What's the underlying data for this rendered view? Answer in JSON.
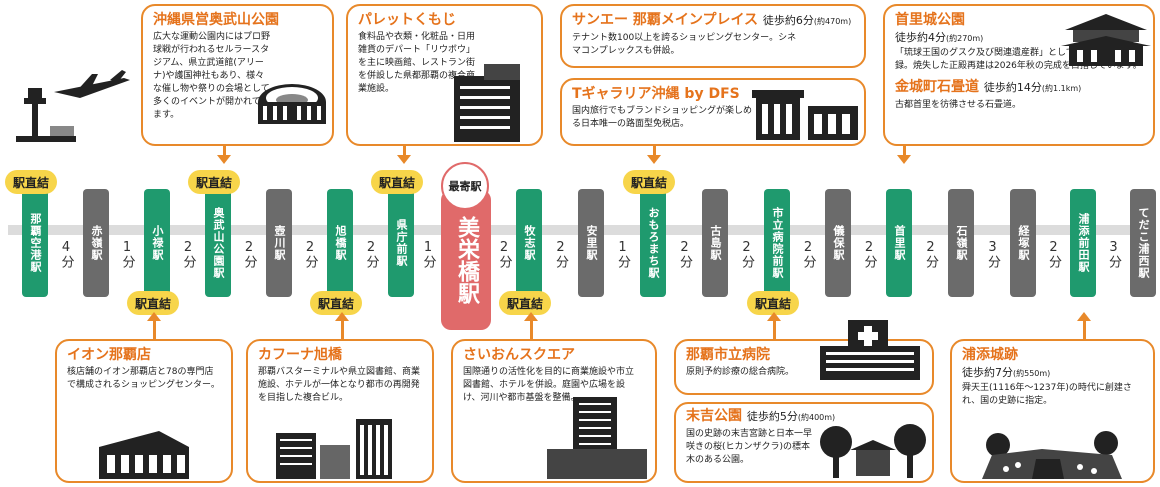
{
  "stations": [
    {
      "name": "那覇空港駅",
      "color": "green"
    },
    {
      "name": "赤嶺駅",
      "color": "gray"
    },
    {
      "name": "小禄駅",
      "color": "green"
    },
    {
      "name": "奥武山公園駅",
      "color": "green"
    },
    {
      "name": "壺川駅",
      "color": "gray"
    },
    {
      "name": "旭橋駅",
      "color": "green"
    },
    {
      "name": "県庁前駅",
      "color": "green"
    },
    {
      "name": "美栄橋駅",
      "color": "red"
    },
    {
      "name": "牧志駅",
      "color": "green"
    },
    {
      "name": "安里駅",
      "color": "gray"
    },
    {
      "name": "おもろまち駅",
      "color": "green"
    },
    {
      "name": "古島駅",
      "color": "gray"
    },
    {
      "name": "市立病院前駅",
      "color": "green"
    },
    {
      "name": "儀保駅",
      "color": "gray"
    },
    {
      "name": "首里駅",
      "color": "green"
    },
    {
      "name": "石嶺駅",
      "color": "gray"
    },
    {
      "name": "経塚駅",
      "color": "gray"
    },
    {
      "name": "浦添前田駅",
      "color": "green"
    },
    {
      "name": "てだこ浦西駅",
      "color": "gray"
    }
  ],
  "intervals": [
    "4分",
    "1分",
    "2分",
    "2分",
    "2分",
    "2分",
    "1分",
    "2分",
    "2分",
    "1分",
    "2分",
    "2分",
    "2分",
    "2分",
    "2分",
    "3分",
    "2分",
    "3分"
  ],
  "nearest_label": "最寄駅",
  "direct_label": "駅直結",
  "spots": {
    "okinawa_park": {
      "title": "沖縄県営奥武山公園",
      "desc": "広大な運動公園内にはプロ野球戦が行われるセルラースタジアム、県立武道館(アリーナ)や護国神社もあり、様々な催し物や祭りの会場として多くのイベントが開かれています。"
    },
    "palette": {
      "title": "パレットくもじ",
      "desc": "食料品や衣類・化粧品・日用雑貨のデパート「リウボウ」を主に映画館、レストラン街を併設した県都那覇の複合商業施設。"
    },
    "sanae": {
      "title": "サンエー 那覇メインプレイス",
      "walk": "徒歩約6分",
      "walk_dist": "(約470m)",
      "desc": "テナント数100以上を誇るショッピングセンター。シネマコンプレックスも併設。"
    },
    "tgalleria": {
      "title": "Tギャラリア沖縄 by DFS",
      "desc": "国内旅行でもブランドショッピングが楽しめる日本唯一の路面型免税店。"
    },
    "shurijo": {
      "title": "首里城公園",
      "walk": "徒歩約4分",
      "walk_dist": "(約270m)",
      "desc": "「琉球王国のグスク及び関連遺産群」として世界遺産に登録。焼失した正殿再建は2026年秋の完成を目指しています。"
    },
    "kinjo": {
      "title": "金城町石畳道",
      "walk": "徒歩約14分",
      "walk_dist": "(約1.1km)",
      "desc": "古都首里を彷彿させる石畳道。"
    },
    "aeon": {
      "title": "イオン那覇店",
      "desc": "核店舗のイオン那覇店と78の専門店で構成されるショッピングセンター。"
    },
    "kafuna": {
      "title": "カフーナ旭橋",
      "desc": "那覇バスターミナルや県立図書館、商業施設、ホテルが一体となり都市の再開発を目指した複合ビル。"
    },
    "saion": {
      "title": "さいおんスクエア",
      "desc": "国際通りの活性化を目的に商業施設や市立図書館、ホテルを併設。庭園や広場を設け、河川や都市基盤を整備。"
    },
    "hospital": {
      "title": "那覇市立病院",
      "desc": "原則予約診療の総合病院。"
    },
    "sueyoshi": {
      "title": "末吉公園",
      "walk": "徒歩約5分",
      "walk_dist": "(約400m)",
      "desc": "国の史跡の末吉宮跡と日本一早咲きの桜(ヒカンザクラ)の標本木のある公園。"
    },
    "urasoe": {
      "title": "浦添城跡",
      "walk": "徒歩約7分",
      "walk_dist": "(約550m)",
      "desc": "舜天王(1116年〜1237年)の時代に創建され、国の史跡に指定。"
    }
  },
  "colors": {
    "accent": "#e8892a",
    "green": "#1f9a6e",
    "gray": "#6b6b6b",
    "red": "#e06a6a",
    "badge": "#f7d54a"
  }
}
